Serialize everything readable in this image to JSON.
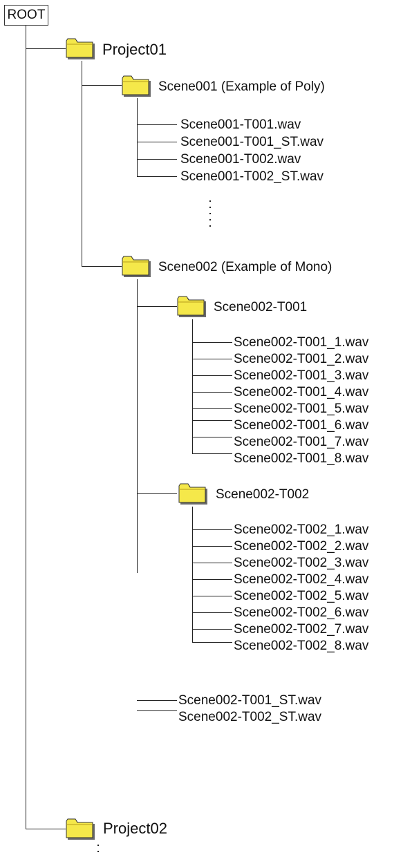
{
  "tree": {
    "root": "ROOT",
    "project01": "Project01",
    "scene001": "Scene001 (Example of Poly)",
    "scene001_files": [
      "Scene001-T001.wav",
      "Scene001-T001_ST.wav",
      "Scene001-T002.wav",
      "Scene001-T002_ST.wav"
    ],
    "scene002": "Scene002 (Example of Mono)",
    "t001_folder": "Scene002-T001",
    "t001_files": [
      "Scene002-T001_1.wav",
      "Scene002-T001_2.wav",
      "Scene002-T001_3.wav",
      "Scene002-T001_4.wav",
      "Scene002-T001_5.wav",
      "Scene002-T001_6.wav",
      "Scene002-T001_7.wav",
      "Scene002-T001_8.wav"
    ],
    "t002_folder": "Scene002-T002",
    "t002_files": [
      "Scene002-T002_1.wav",
      "Scene002-T002_2.wav",
      "Scene002-T002_3.wav",
      "Scene002-T002_4.wav",
      "Scene002-T002_5.wav",
      "Scene002-T002_6.wav",
      "Scene002-T002_7.wav",
      "Scene002-T002_8.wav"
    ],
    "scene002_st_files": [
      "Scene002-T001_ST.wav",
      "Scene002-T002_ST.wav"
    ],
    "project02": "Project02"
  },
  "colors": {
    "folder_fill": "#f5e84a",
    "folder_shadow": "#6b6b6b",
    "line": "#222222"
  }
}
